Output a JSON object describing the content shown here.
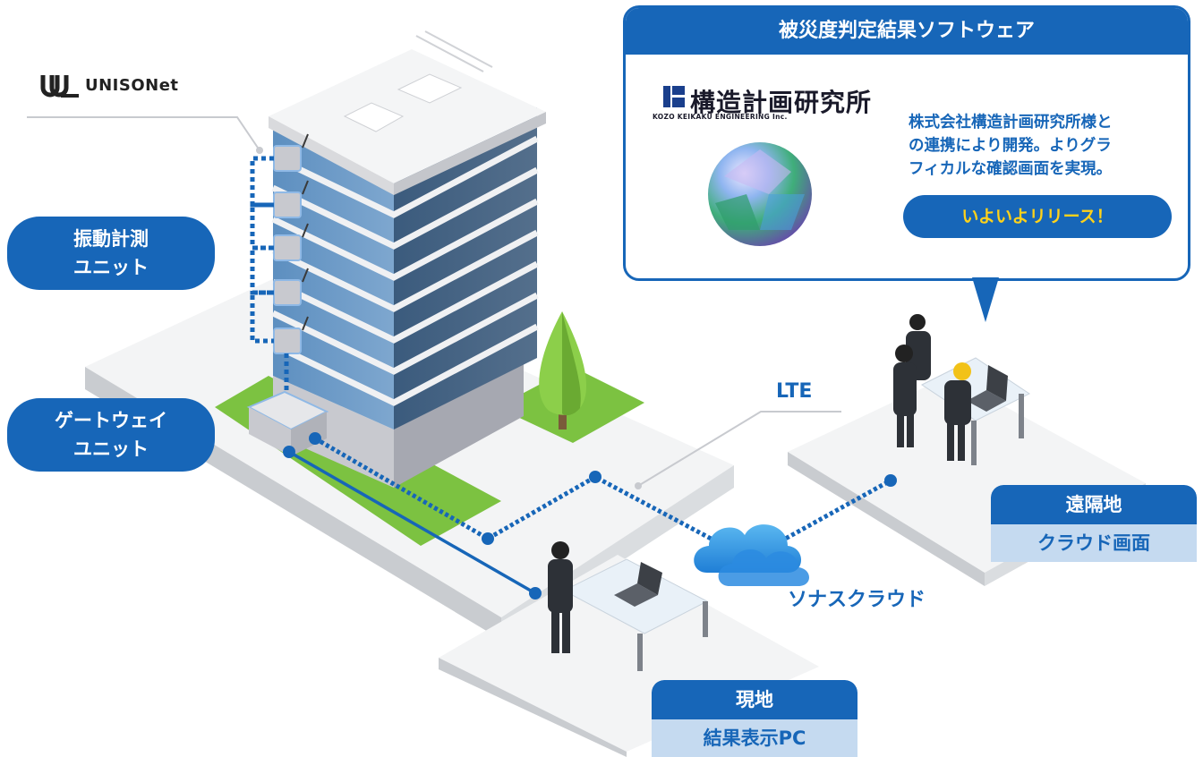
{
  "brand": {
    "logo_text": "UNISONet",
    "logo_icon": "unisonet-logo-icon"
  },
  "units": {
    "vibration": {
      "line1": "振動計測",
      "line2": "ユニット"
    },
    "gateway": {
      "line1": "ゲートウェイ",
      "line2": "ユニット"
    }
  },
  "network": {
    "lte_label": "LTE",
    "cloud_label": "ソナスクラウド",
    "cloud_icon": "cloud-icon"
  },
  "remote_site": {
    "title": "遠隔地",
    "subtitle": "クラウド画面"
  },
  "local_site": {
    "title": "現地",
    "subtitle": "結果表示PC"
  },
  "software_panel": {
    "title": "被災度判定結果ソフトウェア",
    "partner_name": "構造計画研究所",
    "partner_name_en": "KOZO KEIKAKU ENGINEERING Inc.",
    "description_lines": [
      "株式会社構造計画研究所様と",
      "の連携により開発。よりグラ",
      "フィカルな確認画面を実現。"
    ],
    "release_label": "いよいよリリース！",
    "globe_icon": "globe-icon"
  },
  "colors": {
    "primary": "#1766b8",
    "light": "#c5daf0",
    "accent": "#ffd21a",
    "lawn": "#7cc241"
  }
}
